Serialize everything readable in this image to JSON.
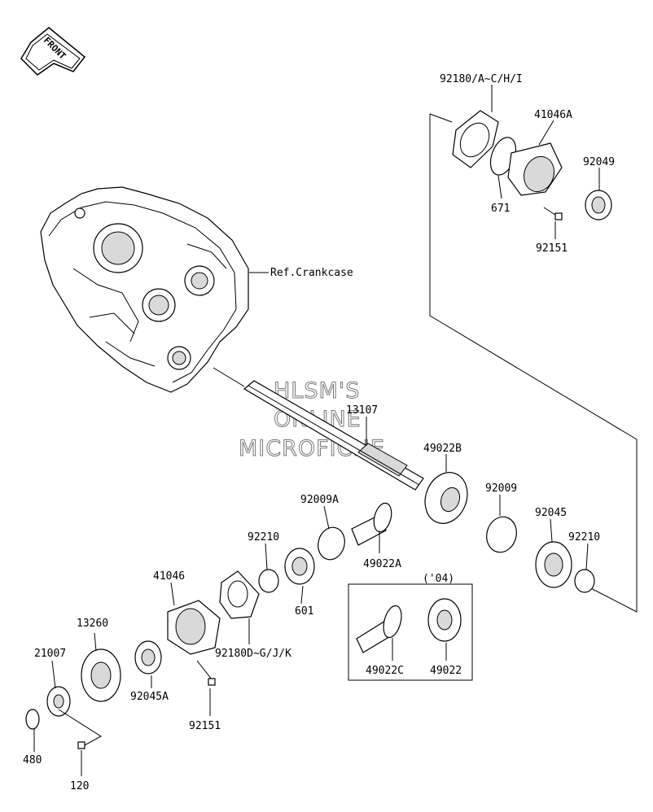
{
  "front_badge": "FRONT",
  "ref_crankcase": "Ref.Crankcase",
  "watermark": [
    "HLSM'S",
    "ONLINE",
    "MICROFICHE"
  ],
  "variant_note": "('04)",
  "labels": {
    "p92180_a": "92180/A~C/H/I",
    "p41046a": "41046A",
    "p92049": "92049",
    "p671": "671",
    "p92151_top": "92151",
    "p13107": "13107",
    "p49022b": "49022B",
    "p92009a": "92009A",
    "p92009": "92009",
    "p92210_left": "92210",
    "p92045": "92045",
    "p92210_right": "92210",
    "p41046": "41046",
    "p49022a": "49022A",
    "p601": "601",
    "p13260": "13260",
    "p92180_d": "92180D~G/J/K",
    "p49022c": "49022C",
    "p49022": "49022",
    "p21007": "21007",
    "p92045a": "92045A",
    "p92151_bottom": "92151",
    "p480": "480",
    "p120": "120"
  }
}
